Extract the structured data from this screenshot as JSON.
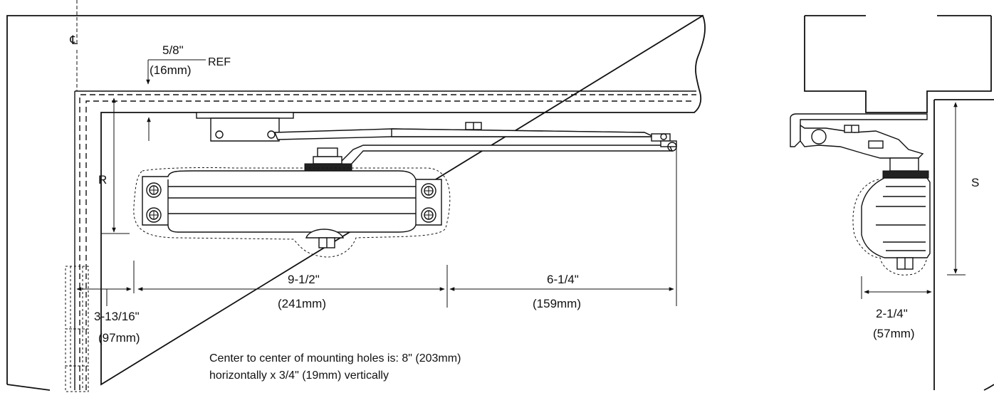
{
  "labels": {
    "centerline": "℄",
    "ref_in": "5/8\"",
    "ref_mm": "(16mm)",
    "ref_tag": "REF",
    "r": "R",
    "s": "S",
    "dim_a_in": "9-1/2\"",
    "dim_a_mm": "(241mm)",
    "dim_b_in": "6-1/4\"",
    "dim_b_mm": "(159mm)",
    "dim_c_in": "3-13/16\"",
    "dim_c_mm": "(97mm)",
    "dim_d_in": "2-1/4\"",
    "dim_d_mm": "(57mm)"
  },
  "note": {
    "line1": "Center to center of mounting holes is: 8\" (203mm)",
    "line2": "horizontally x 3/4\" (19mm) vertically"
  }
}
